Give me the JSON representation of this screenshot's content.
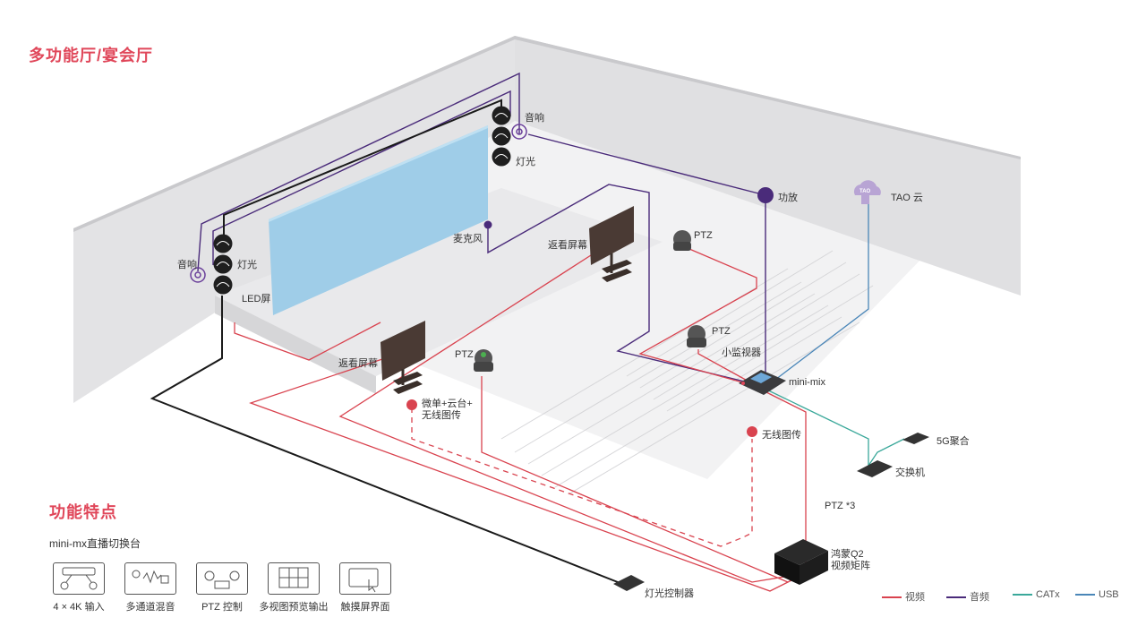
{
  "title": "多功能厅/宴会厅",
  "labels": {
    "speaker_top": "音响",
    "light_top": "灯光",
    "speaker_left": "音响",
    "light_left": "灯光",
    "led_screen": "LED屏",
    "amplifier": "功放",
    "tao_cloud": "TAO 云",
    "tao_badge": "TAO",
    "microphone": "麦克风",
    "return_screen_right": "返看屏幕",
    "return_screen_left": "返看屏幕",
    "ptz_top": "PTZ",
    "ptz_mid": "PTZ",
    "ptz_left": "PTZ",
    "small_monitor": "小监视器",
    "mini_mix": "mini-mix",
    "camera_wireless_line1": "微单+云台+",
    "camera_wireless_line2": "无线图传",
    "wireless_tx": "无线图传",
    "agg_5g": "5G聚合",
    "switch": "交换机",
    "ptz_count": "PTZ *3",
    "matrix_line1": "鸿蒙Q2",
    "matrix_line2": "视频矩阵",
    "light_controller": "灯光控制器"
  },
  "features": {
    "title": "功能特点",
    "subtitle": "mini-mx直播切换台",
    "items": [
      {
        "label": "4 × 4K 输入",
        "icon": "4k-input-icon"
      },
      {
        "label": "多通道混音",
        "icon": "audio-mix-icon"
      },
      {
        "label": "PTZ 控制",
        "icon": "ptz-control-icon"
      },
      {
        "label": "多视图预览输出",
        "icon": "multiview-icon"
      },
      {
        "label": "触摸屏界面",
        "icon": "touchscreen-icon"
      }
    ]
  },
  "legend": [
    {
      "label": "视频",
      "color": "#d9434f"
    },
    {
      "label": "音频",
      "color": "#4a2b7a"
    },
    {
      "label": "CATx",
      "color": "#3aa89a"
    },
    {
      "label": "USB",
      "color": "#4a86b8"
    }
  ]
}
